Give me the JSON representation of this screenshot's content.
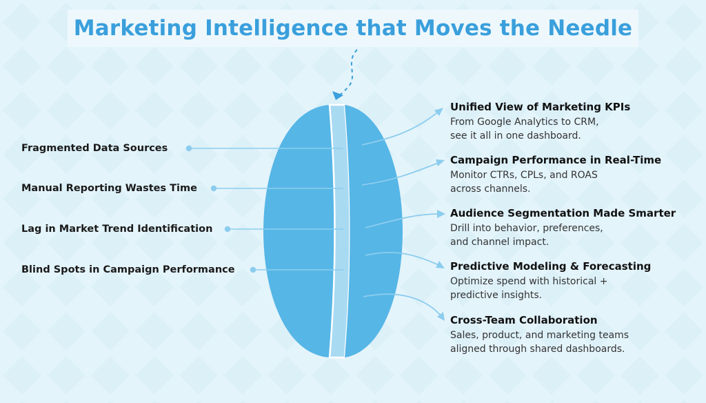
{
  "title": "Marketing Intelligence that Moves the Needle",
  "colors": {
    "background": "#e4f4fb",
    "title": "#3a9fdc",
    "lens": "#56b6e6",
    "lens_band": "#a8daf2",
    "connector": "#8ccdee"
  },
  "problems": [
    {
      "label": "Fragmented Data Sources"
    },
    {
      "label": "Manual Reporting Wastes Time"
    },
    {
      "label": "Lag in Market Trend Identification"
    },
    {
      "label": "Blind Spots in Campaign Performance"
    }
  ],
  "benefits": [
    {
      "title": "Unified View of Marketing KPIs",
      "lines": [
        "From Google Analytics to CRM,",
        "see it all in one dashboard."
      ]
    },
    {
      "title": "Campaign Performance in Real-Time",
      "lines": [
        "Monitor CTRs, CPLs, and ROAS",
        "across channels."
      ]
    },
    {
      "title": "Audience Segmentation Made Smarter",
      "lines": [
        "Drill into behavior, preferences,",
        "and channel impact."
      ]
    },
    {
      "title": "Predictive Modeling & Forecasting",
      "lines": [
        "Optimize spend with historical +",
        "predictive insights."
      ]
    },
    {
      "title": "Cross-Team Collaboration",
      "lines": [
        "Sales, product, and marketing teams",
        "aligned through shared dashboards."
      ]
    }
  ]
}
